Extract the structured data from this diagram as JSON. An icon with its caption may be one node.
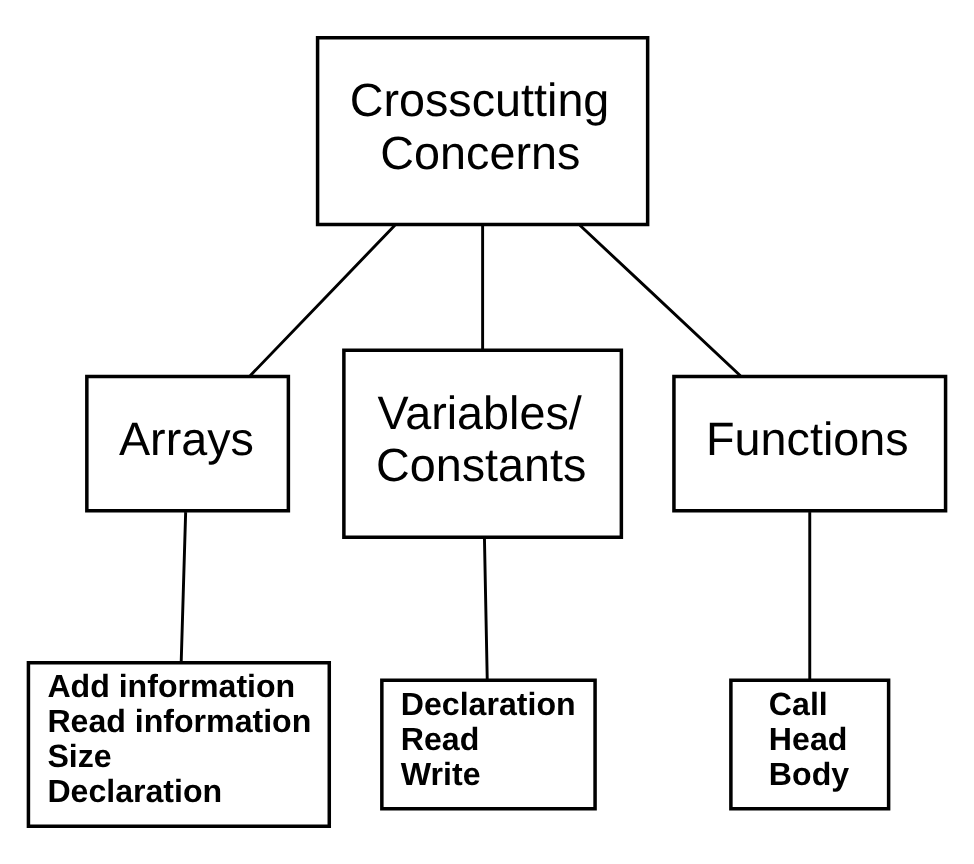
{
  "diagram": {
    "nodes": [
      {
        "text": [
          "Crosscutting Concerns"
        ]
      },
      {
        "text": [
          "Arrays"
        ]
      },
      {
        "text": [
          "Variables/ Constants"
        ]
      },
      {
        "text": [
          "Functions"
        ]
      },
      {
        "text": [
          "Add information",
          "Read information",
          "Size",
          "Declaration"
        ]
      },
      {
        "text": [
          "Declaration",
          "Read",
          "Write"
        ]
      },
      {
        "text": [
          "Call",
          "Head",
          "Body"
        ]
      }
    ],
    "edges": [
      {
        "from": 0,
        "to": 1,
        "arrow": "none"
      },
      {
        "from": 0,
        "to": 2,
        "arrow": "none"
      },
      {
        "from": 0,
        "to": 3,
        "arrow": "none"
      },
      {
        "from": 1,
        "to": 4,
        "arrow": "none"
      },
      {
        "from": 2,
        "to": 5,
        "arrow": "none"
      },
      {
        "from": 3,
        "to": 6,
        "arrow": "none"
      }
    ]
  }
}
